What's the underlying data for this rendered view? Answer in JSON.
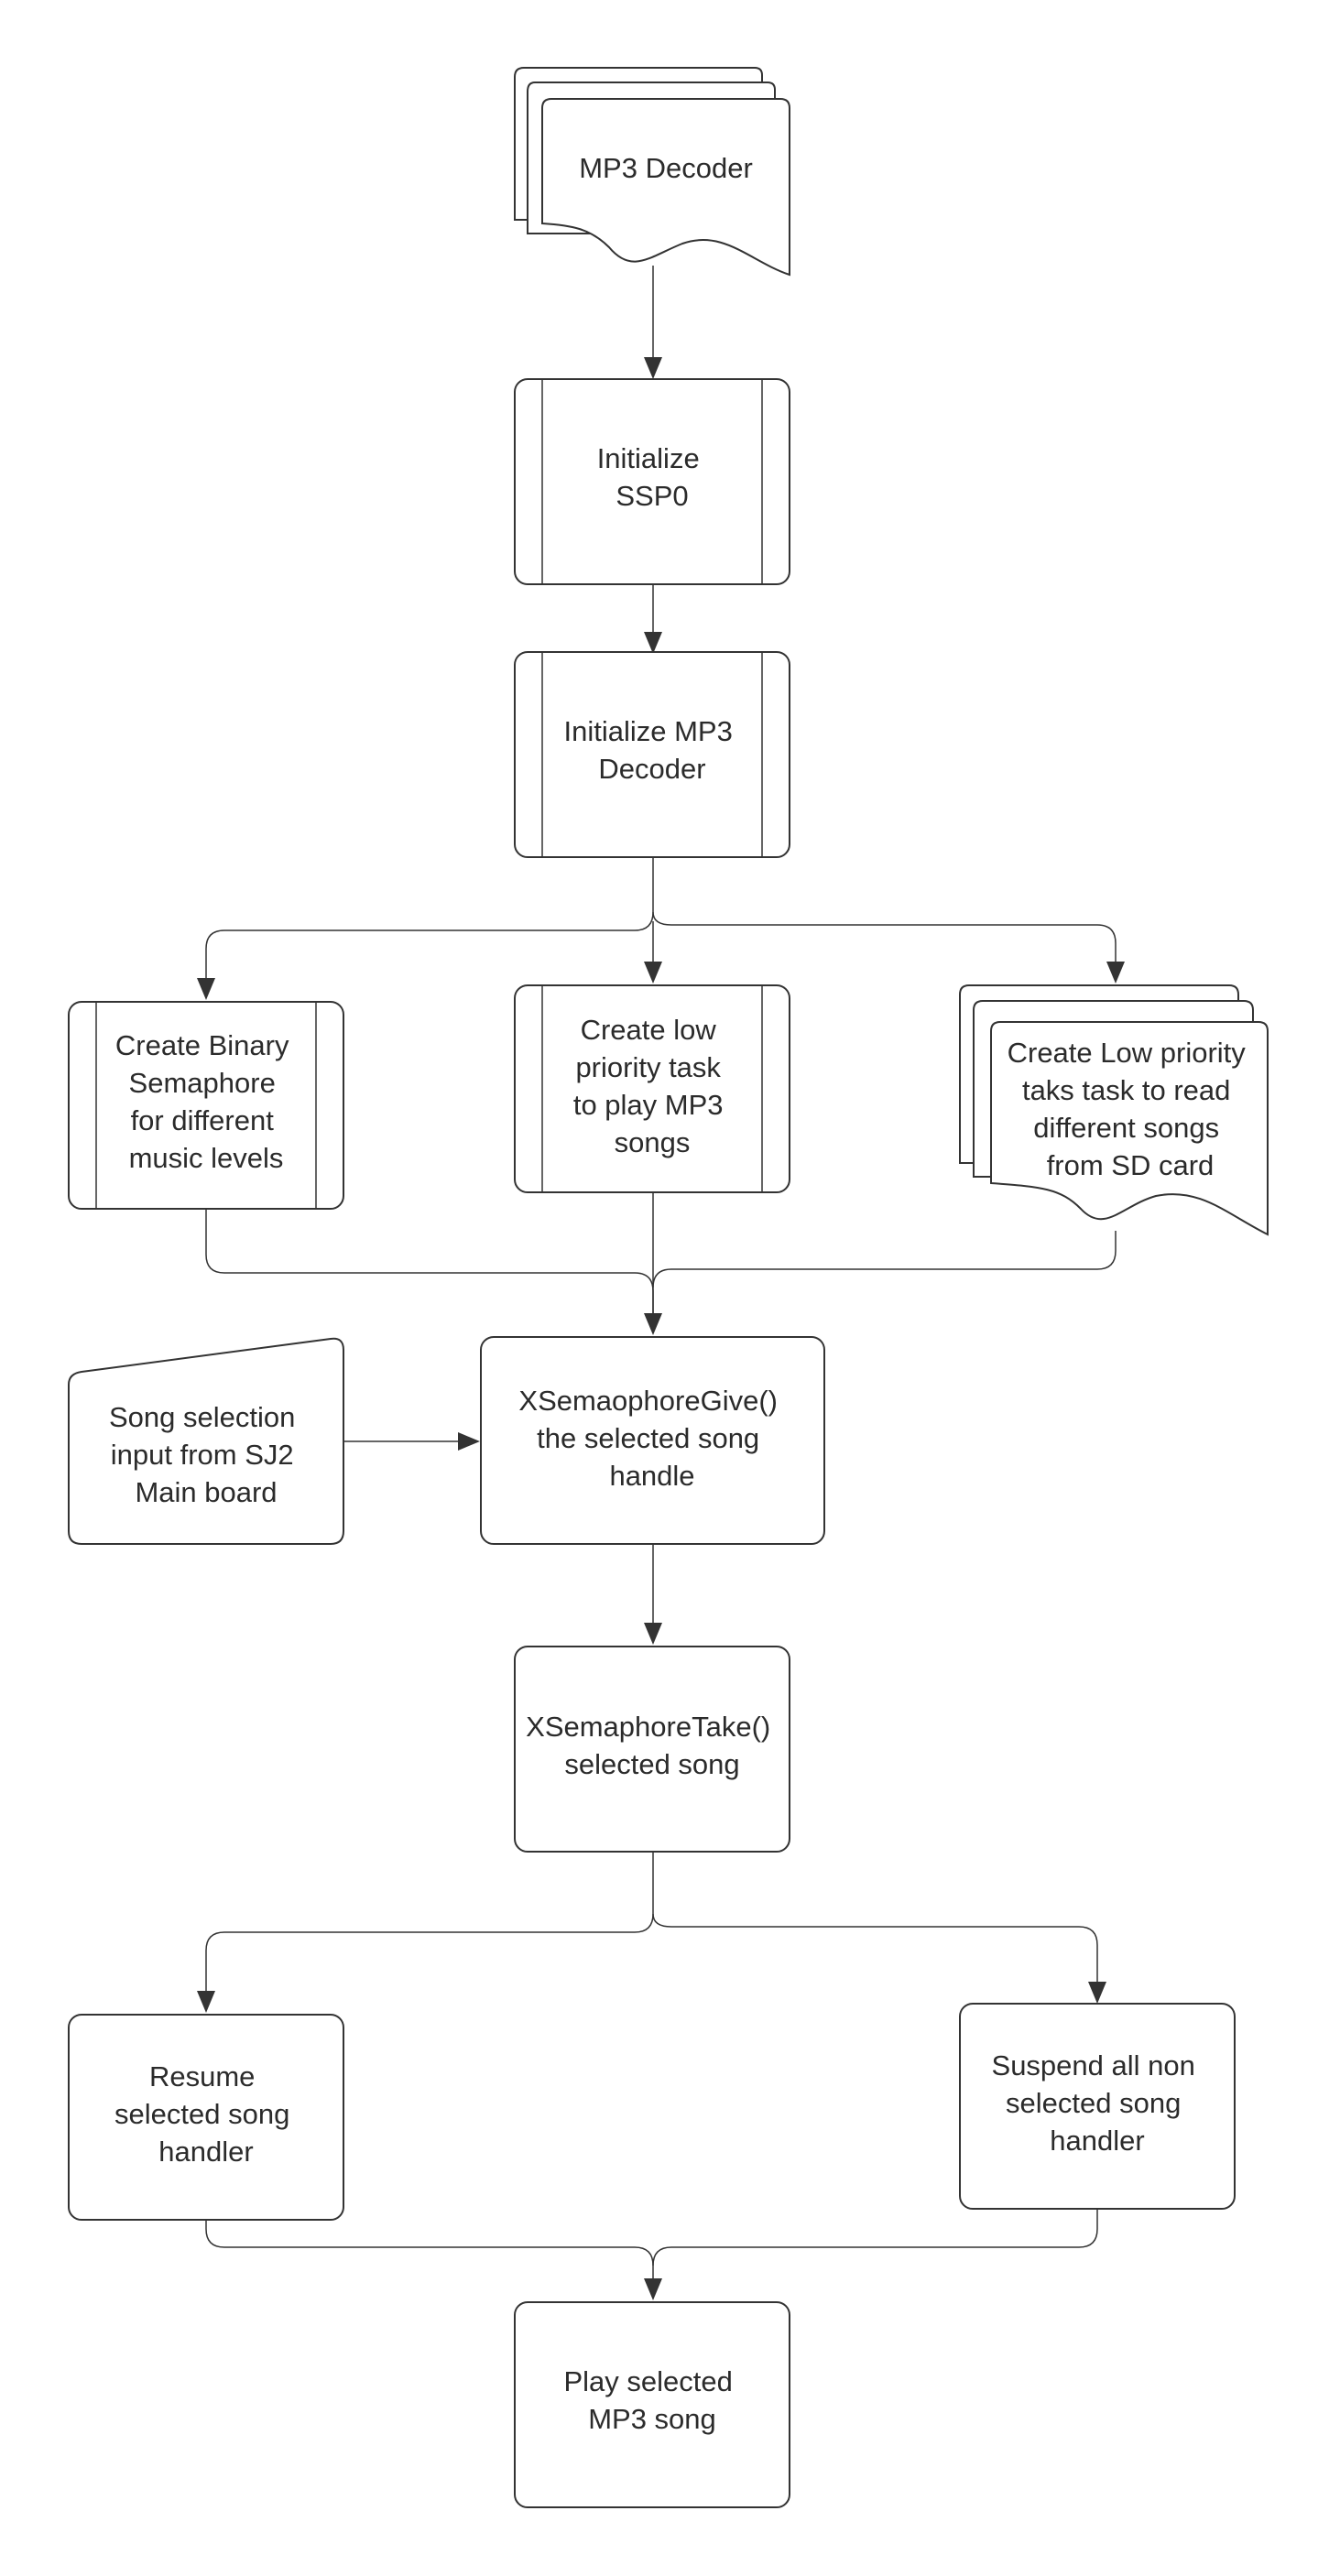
{
  "diagram": {
    "nodes": {
      "mp3_decoder": {
        "lines": [
          "MP3 Decoder"
        ]
      },
      "init_ssp0": {
        "lines": [
          "Initialize",
          "SSP0"
        ]
      },
      "init_mp3_decoder": {
        "lines": [
          "Initialize MP3",
          "Decoder"
        ]
      },
      "create_binary_semaphore": {
        "lines": [
          "Create Binary",
          "Semaphore",
          "for different",
          "music levels"
        ]
      },
      "create_low_priority_play": {
        "lines": [
          "Create low",
          "priority  task",
          "to play MP3",
          "songs"
        ]
      },
      "create_low_priority_read": {
        "lines": [
          "Create Low priority",
          "taks task to read",
          "different songs",
          "from SD card"
        ]
      },
      "song_selection_input": {
        "lines": [
          "Song selection",
          "input from SJ2",
          "Main board"
        ]
      },
      "semaphore_give": {
        "lines": [
          "XSemaophoreGive()",
          "the selected song",
          "handle"
        ]
      },
      "semaphore_take": {
        "lines": [
          "XSemaphoreTake()",
          "selected song"
        ]
      },
      "resume_handler": {
        "lines": [
          "Resume",
          "selected song",
          "handler"
        ]
      },
      "suspend_handlers": {
        "lines": [
          "Suspend all non",
          "selected song",
          "handler"
        ]
      },
      "play_song": {
        "lines": [
          "Play selected",
          "MP3 song"
        ]
      }
    },
    "edges": [
      {
        "from": "mp3_decoder",
        "to": "init_ssp0"
      },
      {
        "from": "init_ssp0",
        "to": "init_mp3_decoder"
      },
      {
        "from": "init_mp3_decoder",
        "to": "create_binary_semaphore"
      },
      {
        "from": "init_mp3_decoder",
        "to": "create_low_priority_play"
      },
      {
        "from": "init_mp3_decoder",
        "to": "create_low_priority_read"
      },
      {
        "from": "create_binary_semaphore",
        "to": "semaphore_give"
      },
      {
        "from": "create_low_priority_play",
        "to": "semaphore_give"
      },
      {
        "from": "create_low_priority_read",
        "to": "semaphore_give"
      },
      {
        "from": "song_selection_input",
        "to": "semaphore_give"
      },
      {
        "from": "semaphore_give",
        "to": "semaphore_take"
      },
      {
        "from": "semaphore_take",
        "to": "resume_handler"
      },
      {
        "from": "semaphore_take",
        "to": "suspend_handlers"
      },
      {
        "from": "resume_handler",
        "to": "play_song"
      },
      {
        "from": "suspend_handlers",
        "to": "play_song"
      }
    ]
  }
}
